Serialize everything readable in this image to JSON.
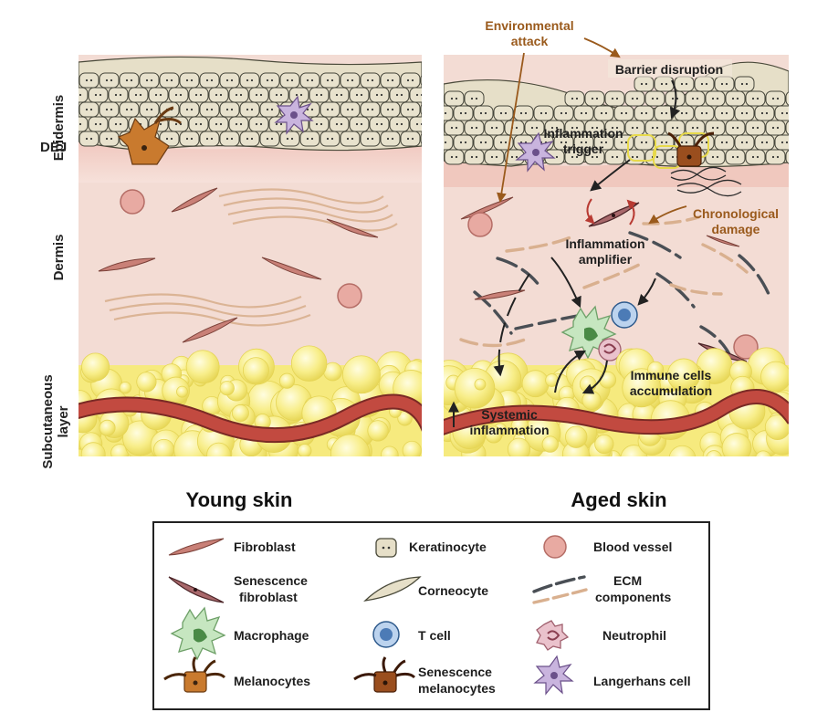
{
  "side_labels": {
    "epidermis": "Epidermis",
    "dej": "DEJ",
    "dermis": "Dermis",
    "subcutaneous_1": "Subcutaneous",
    "subcutaneous_2": "layer"
  },
  "panels": {
    "young_title": "Young skin",
    "aged_title": "Aged skin"
  },
  "annotations": {
    "environmental_1": "Environmental",
    "environmental_2": "attack",
    "barrier_disruption": "Barrier disruption",
    "inflammation_trigger_1": "Inflammation",
    "inflammation_trigger_2": "trigger",
    "chronological_1": "Chronological",
    "chronological_2": "damage",
    "amplifier_1": "Inflammation",
    "amplifier_2": "amplifier",
    "immune_1": "Immune cells",
    "immune_2": "accumulation",
    "systemic_1": "Systemic",
    "systemic_2": "inflammation"
  },
  "legend": {
    "fibroblast": "Fibroblast",
    "senescence_fibroblast_1": "Senescence",
    "senescence_fibroblast_2": "fibroblast",
    "macrophage": "Macrophage",
    "melanocytes": "Melanocytes",
    "keratinocyte": "Keratinocyte",
    "corneocyte": "Corneocyte",
    "t_cell": "T cell",
    "senescence_melanocytes_1": "Senescence",
    "senescence_melanocytes_2": "melanocytes",
    "blood_vessel": "Blood vessel",
    "ecm_1": "ECM",
    "ecm_2": "components",
    "neutrophil": "Neutrophil",
    "langerhans": "Langerhans cell"
  },
  "colors": {
    "epidermis": "#e6dfc8",
    "dermis": "#f3dcd4",
    "fat": "#f9ef8e",
    "vessel": "#b8423a",
    "fibroblast": "#c98077",
    "annotation_brown": "#9a5a1c"
  }
}
